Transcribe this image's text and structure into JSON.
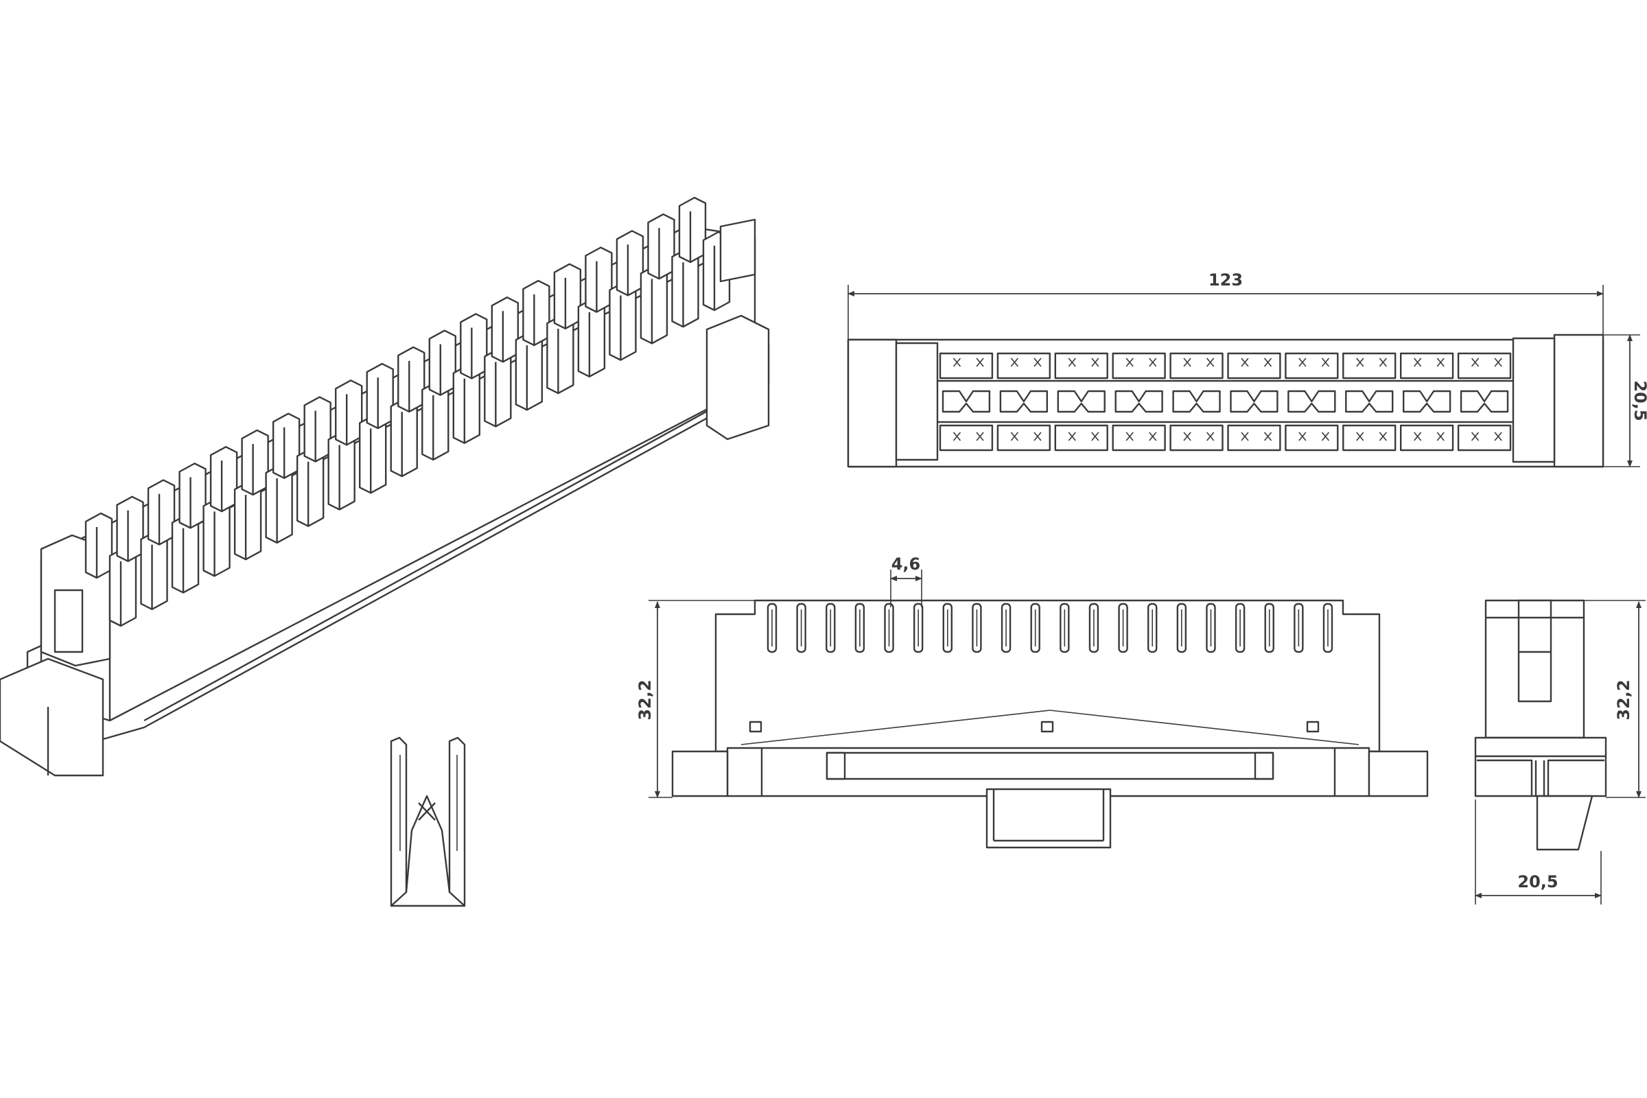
{
  "dimensions": {
    "top_length": "123",
    "top_height": "20,5",
    "slot_pitch": "4,6",
    "front_height": "32,2",
    "side_height": "32,2",
    "side_width": "20,5"
  },
  "views": {
    "isometric": {
      "contact_pairs": 20
    },
    "top": {
      "groups": 10
    },
    "front": {
      "slots": 20
    }
  },
  "line_color": "#3a3a3a"
}
